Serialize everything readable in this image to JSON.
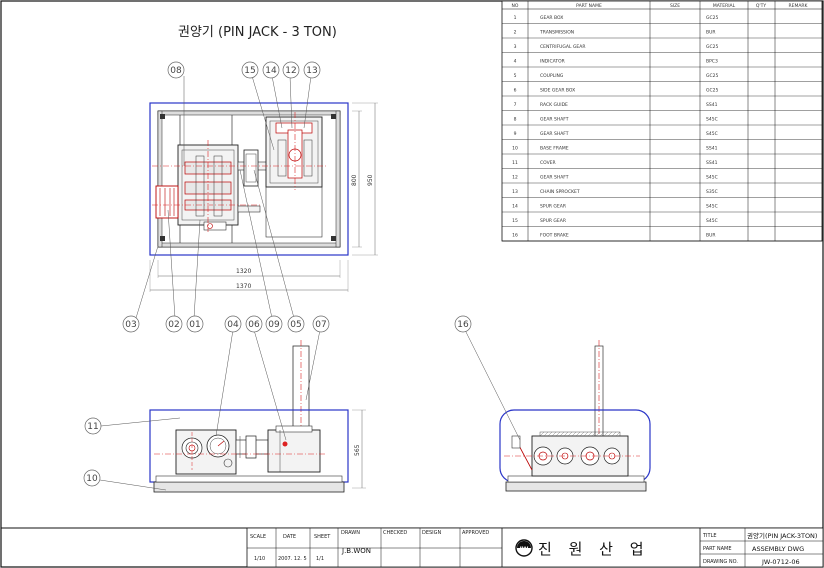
{
  "drawing_title": "권양기 (PIN JACK - 3 TON)",
  "parts_list": {
    "headers": [
      "NO",
      "PART NAME",
      "SIZE",
      "MATERIAL",
      "Q'TY",
      "REMARK"
    ],
    "rows": [
      {
        "no": "1",
        "name": "GEAR BOX",
        "material": "GC25"
      },
      {
        "no": "2",
        "name": "TRANSMISSION",
        "material": "BUR"
      },
      {
        "no": "3",
        "name": "CENTRIFUGAL GEAR",
        "material": "GC25"
      },
      {
        "no": "4",
        "name": "INDICATOR",
        "material": "BPC3"
      },
      {
        "no": "5",
        "name": "COUPLING",
        "material": "GC25"
      },
      {
        "no": "6",
        "name": "SIDE GEAR BOX",
        "material": "GC25"
      },
      {
        "no": "7",
        "name": "RACK GUIDE",
        "material": "SS41"
      },
      {
        "no": "8",
        "name": "GEAR SHAFT",
        "material": "S45C"
      },
      {
        "no": "9",
        "name": "GEAR SHAFT",
        "material": "S45C"
      },
      {
        "no": "10",
        "name": "BASE FRAME",
        "material": "SS41"
      },
      {
        "no": "11",
        "name": "COVER",
        "material": "SS41"
      },
      {
        "no": "12",
        "name": "GEAR SHAFT",
        "material": "S45C"
      },
      {
        "no": "13",
        "name": "CHAIN SPROCKET",
        "material": "S35C"
      },
      {
        "no": "14",
        "name": "SPUR GEAR",
        "material": "S45C"
      },
      {
        "no": "15",
        "name": "SPUR GEAR",
        "material": "S45C"
      },
      {
        "no": "16",
        "name": "FOOT BRAKE",
        "material": "BUR"
      }
    ]
  },
  "balloons": {
    "top_view": [
      "08",
      "15",
      "14",
      "12",
      "13"
    ],
    "front_row": [
      "03",
      "02",
      "01",
      "09",
      "05"
    ],
    "front_view": [
      "04",
      "06",
      "07"
    ],
    "side_view": [
      "16"
    ],
    "left_view": [
      "11",
      "10"
    ]
  },
  "dimensions": {
    "top_width_inner": "1320",
    "top_width_outer": "1370",
    "top_height_inner": "800",
    "top_height_outer": "950",
    "front_height": "565"
  },
  "title_block": {
    "scale_label": "SCALE",
    "scale_value": "1/10",
    "date_label": "DATE",
    "date_value": "2007. 12. 5",
    "sheet_label": "SHEET",
    "sheet_value": "1/1",
    "drawn_label": "DRAWN",
    "drawn_value": "J.B.WON",
    "checked_label": "CHECKED",
    "design_label": "DESIGN",
    "approved_label": "APPROVED",
    "company_name": "진 원 산 업",
    "title_label": "TITLE",
    "title_value": "권양기(PIN JACK-3TON)",
    "part_name_label": "PART NAME",
    "part_name_value": "ASSEMBLY DWG",
    "drawing_no_label": "DRAWING NO.",
    "drawing_no_value": "JW-0712-06"
  }
}
